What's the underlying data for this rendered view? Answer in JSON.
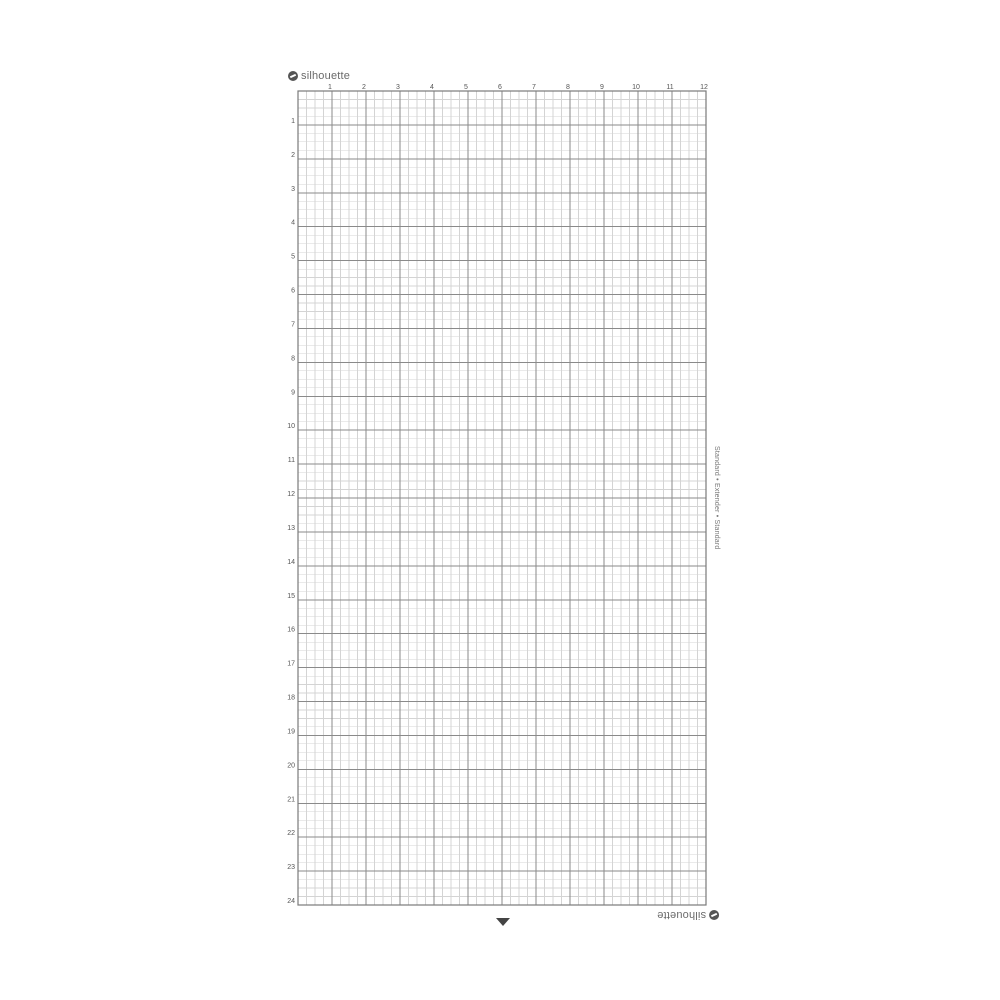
{
  "mat": {
    "brand_top": "silhouette",
    "brand_bottom": "silhouette",
    "side_label": "Standard • Extender • Standard",
    "columns": 12,
    "rows": 24,
    "subdivisions": 4,
    "top_ticks": [
      "1",
      "2",
      "3",
      "4",
      "5",
      "6",
      "7",
      "8",
      "9",
      "10",
      "11",
      "12"
    ],
    "left_ticks": [
      "1",
      "2",
      "3",
      "4",
      "5",
      "6",
      "7",
      "8",
      "9",
      "10",
      "11",
      "12",
      "13",
      "14",
      "15",
      "16",
      "17",
      "18",
      "19",
      "20",
      "21",
      "22",
      "23",
      "24"
    ],
    "colors": {
      "background": "#ffffff",
      "major_line": "#8a8a8a",
      "minor_line": "#d4d4d4",
      "border": "#7a7a7a",
      "text": "#555555"
    }
  },
  "icons": {
    "brand_logo": "silhouette-logo-icon",
    "feed_arrow": "feed-direction-arrow-icon"
  }
}
